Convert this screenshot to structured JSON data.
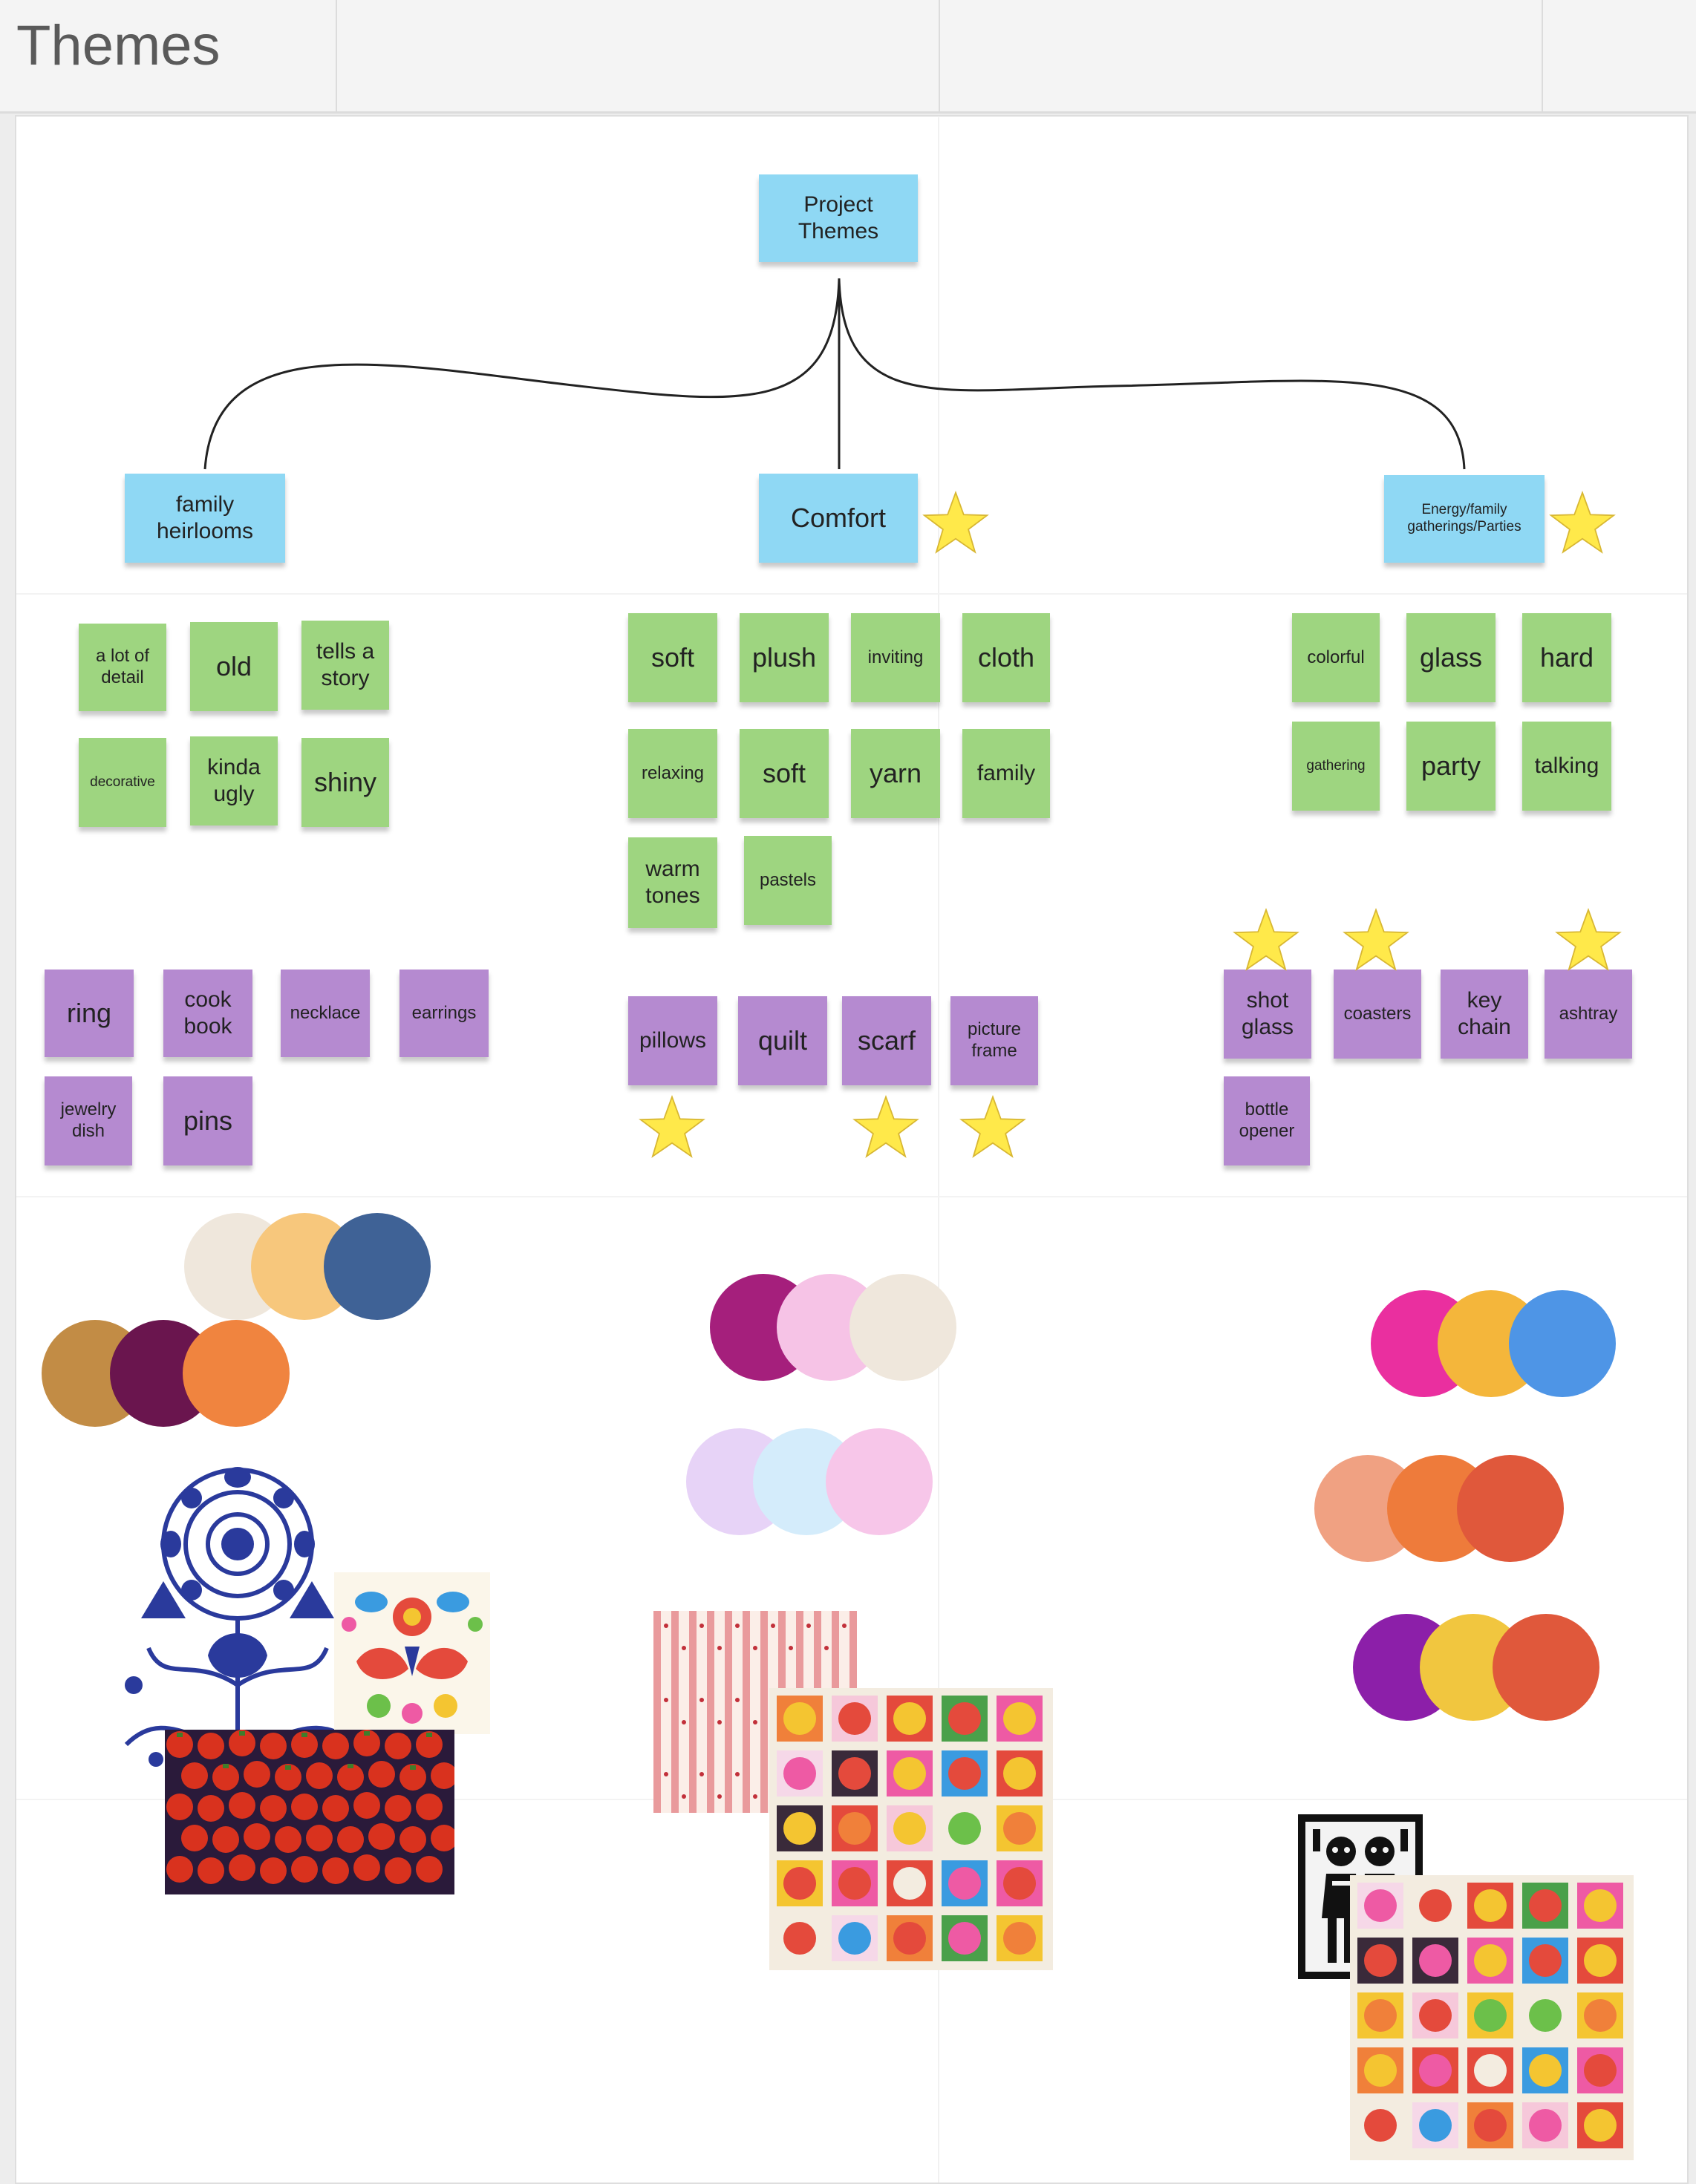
{
  "page": {
    "title": "Themes"
  },
  "root": {
    "label": "Project\nThemes"
  },
  "branches": [
    {
      "label": "family\nheirlooms"
    },
    {
      "label": "Comfort"
    },
    {
      "label": "Energy/family\ngatherings/Parties"
    }
  ],
  "family_green": [
    "a lot of\ndetail",
    "old",
    "tells a\nstory",
    "decorative",
    "kinda\nugly",
    "shiny"
  ],
  "family_purple": [
    "ring",
    "cook\nbook",
    "necklace",
    "earrings",
    "jewelry\ndish",
    "pins"
  ],
  "comfort_green": [
    "soft",
    "plush",
    "inviting",
    "cloth",
    "relaxing",
    "soft",
    "yarn",
    "family",
    "warm\ntones",
    "pastels"
  ],
  "comfort_purple": [
    "pillows",
    "quilt",
    "scarf",
    "picture\nframe"
  ],
  "energy_green": [
    "colorful",
    "glass",
    "hard",
    "gathering",
    "party",
    "talking"
  ],
  "energy_purple": [
    "shot\nglass",
    "coasters",
    "key\nchain",
    "ashtray",
    "bottle\nopener"
  ],
  "colors": {
    "blue_note": "#8fd8f4",
    "green_note": "#9ed580",
    "purple_note": "#b58ad0",
    "star": "#ffe94a"
  },
  "palettes": {
    "family": [
      [
        "#efe7dc",
        "#f7c77c",
        "#3f6296"
      ],
      [
        "#c28c45",
        "#6a154e",
        "#f0843f"
      ]
    ],
    "comfort": [
      [
        "#a51f7c",
        "#f6c3e6",
        "#efe7dc"
      ],
      [
        "#e7d3f7",
        "#d4ecfb",
        "#f7c6e9"
      ]
    ],
    "energy": [
      [
        "#ea2f9f",
        "#f4b63b",
        "#4e95e6"
      ],
      [
        "#f0a182",
        "#ee7b3b",
        "#e0583b"
      ],
      [
        "#8c1fa9",
        "#f1c63f",
        "#e0583b"
      ]
    ]
  },
  "icons": [
    "star-icon"
  ]
}
